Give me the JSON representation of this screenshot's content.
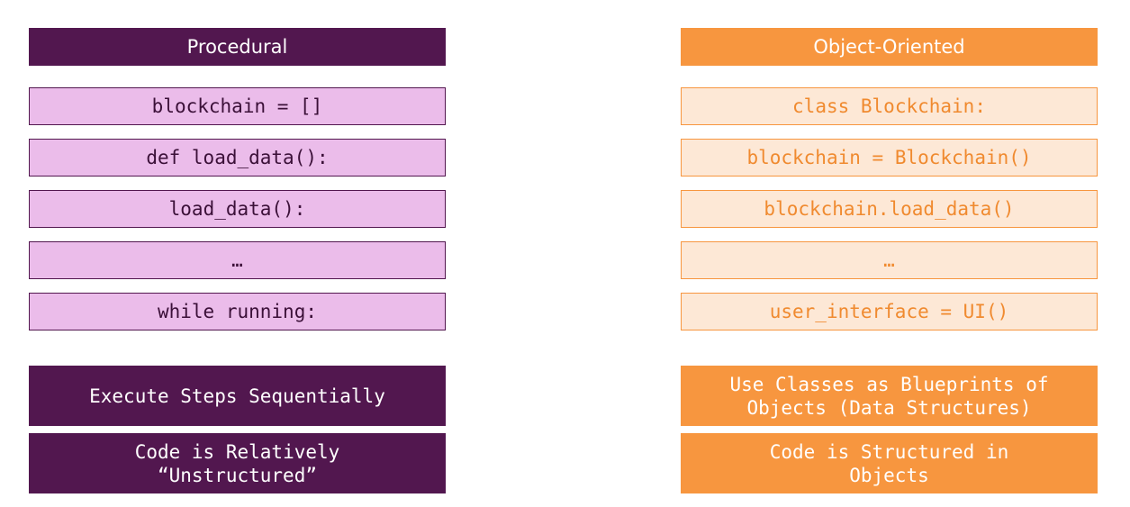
{
  "procedural": {
    "title": "Procedural",
    "code_lines": [
      "blockchain = []",
      "def load_data():",
      "load_data():",
      "…",
      "while running:"
    ],
    "summaries": [
      "Execute Steps Sequentially",
      "Code is Relatively\n“Unstructured”"
    ]
  },
  "object_oriented": {
    "title": "Object-Oriented",
    "code_lines": [
      "class Blockchain:",
      "blockchain = Blockchain()",
      "blockchain.load_data()",
      "…",
      "user_interface = UI()"
    ],
    "summaries": [
      "Use Classes as Blueprints of\nObjects (Data Structures)",
      "Code is Structured in\nObjects"
    ]
  },
  "colors": {
    "procedural_dark": "#52174f",
    "procedural_light": "#ebbcea",
    "oo_orange": "#f7963f",
    "oo_light": "#fde8d6"
  }
}
